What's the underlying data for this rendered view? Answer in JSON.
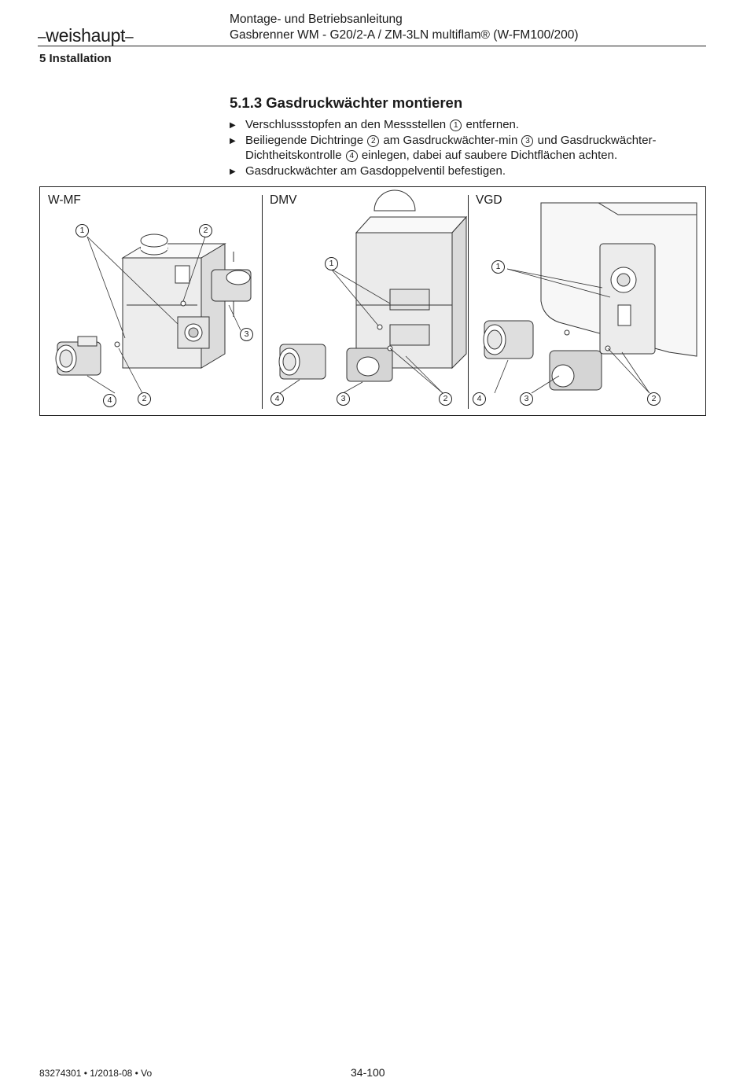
{
  "header": {
    "logo_text": "weishaupt",
    "title_line1": "Montage- und Betriebsanleitung",
    "title_line2": "Gasbrenner WM - G20/2-A / ZM-3LN multiflam® (W-FM100/200)"
  },
  "section": "5 Installation",
  "heading": "5.1.3 Gasdruckwächter montieren",
  "steps": [
    {
      "a": "Verschlussstopfen an den Messstellen ",
      "c1": "1",
      "b": " entfernen."
    },
    {
      "a": "Beiliegende Dichtringe ",
      "c1": "2",
      "b": " am Gasdruckwächter-min ",
      "c2": "3",
      "c": " und Gasdruckwächter-Dichtheitskontrolle ",
      "c3": "4",
      "d": " einlegen, dabei auf saubere Dichtflächen achten."
    },
    {
      "a": "Gasdruckwächter am Gasdoppelventil befestigen."
    }
  ],
  "figure": {
    "panels": [
      {
        "label": "W-MF",
        "callouts": [
          "1",
          "2",
          "3",
          "4",
          "2"
        ]
      },
      {
        "label": "DMV",
        "callouts": [
          "1",
          "4",
          "3",
          "2"
        ]
      },
      {
        "label": "VGD",
        "callouts": [
          "1",
          "4",
          "3",
          "2"
        ]
      }
    ]
  },
  "footer": {
    "doc_code": "83274301 • 1/2018-08 • Vo",
    "page": "34-100"
  },
  "icons": {
    "bullet": "triangle-right-icon"
  }
}
